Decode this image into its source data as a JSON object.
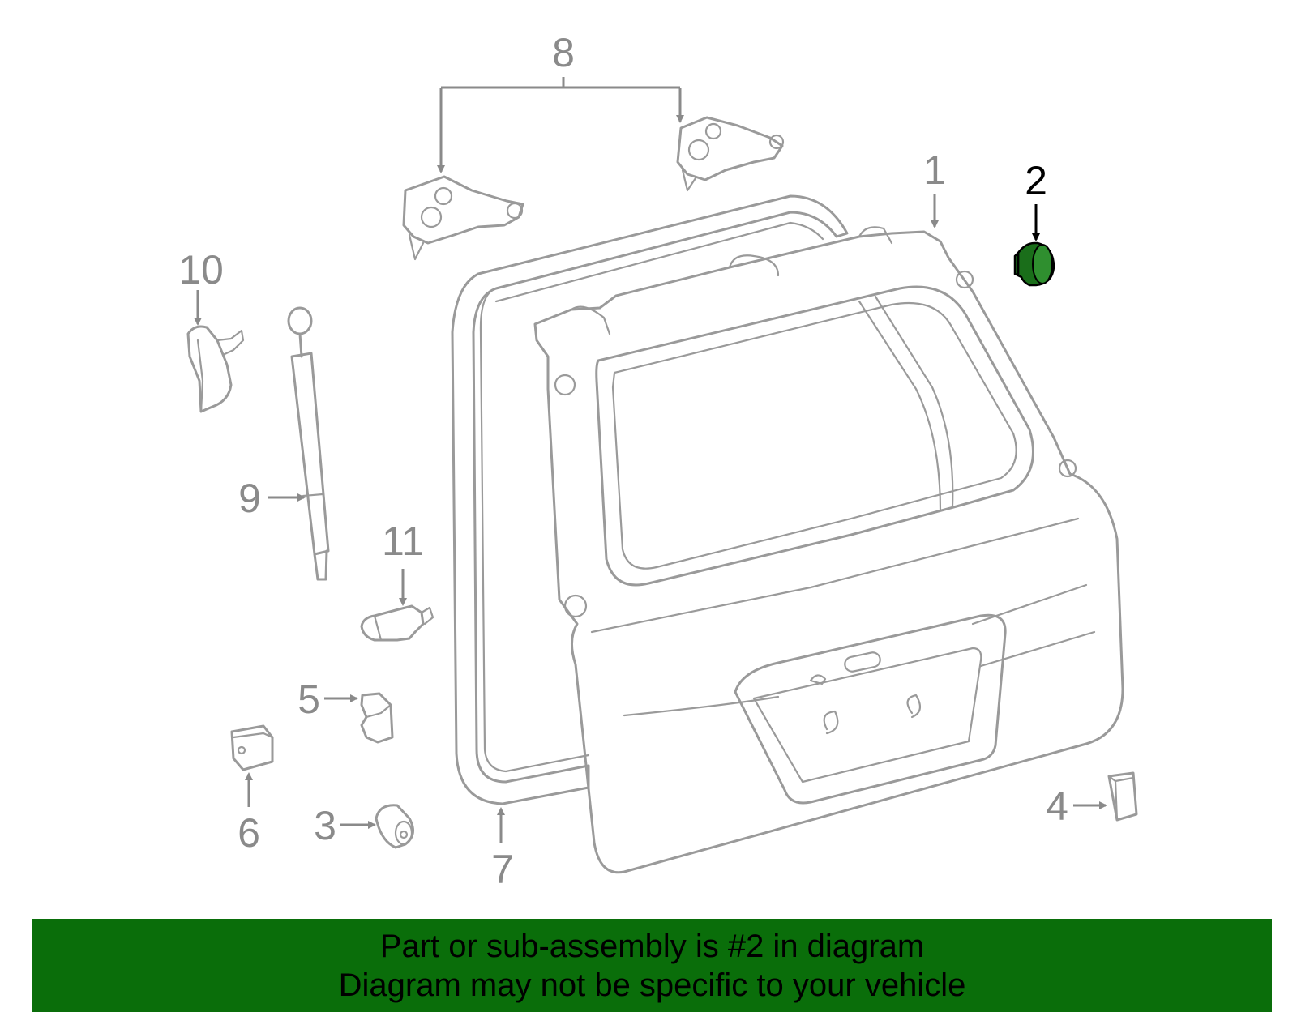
{
  "callouts": {
    "c1": "1",
    "c2": "2",
    "c3": "3",
    "c4": "4",
    "c5": "5",
    "c6": "6",
    "c7": "7",
    "c8": "8",
    "c9": "9",
    "c10": "10",
    "c11": "11"
  },
  "highlight": {
    "part_number": "2",
    "fill_color": "#1a6e1a",
    "stroke_color": "#000000"
  },
  "banner": {
    "line1": "Part or sub-assembly is #2 in diagram",
    "line2": "Diagram may not be specific to your vehicle",
    "background_color": "#0a6e0a"
  }
}
